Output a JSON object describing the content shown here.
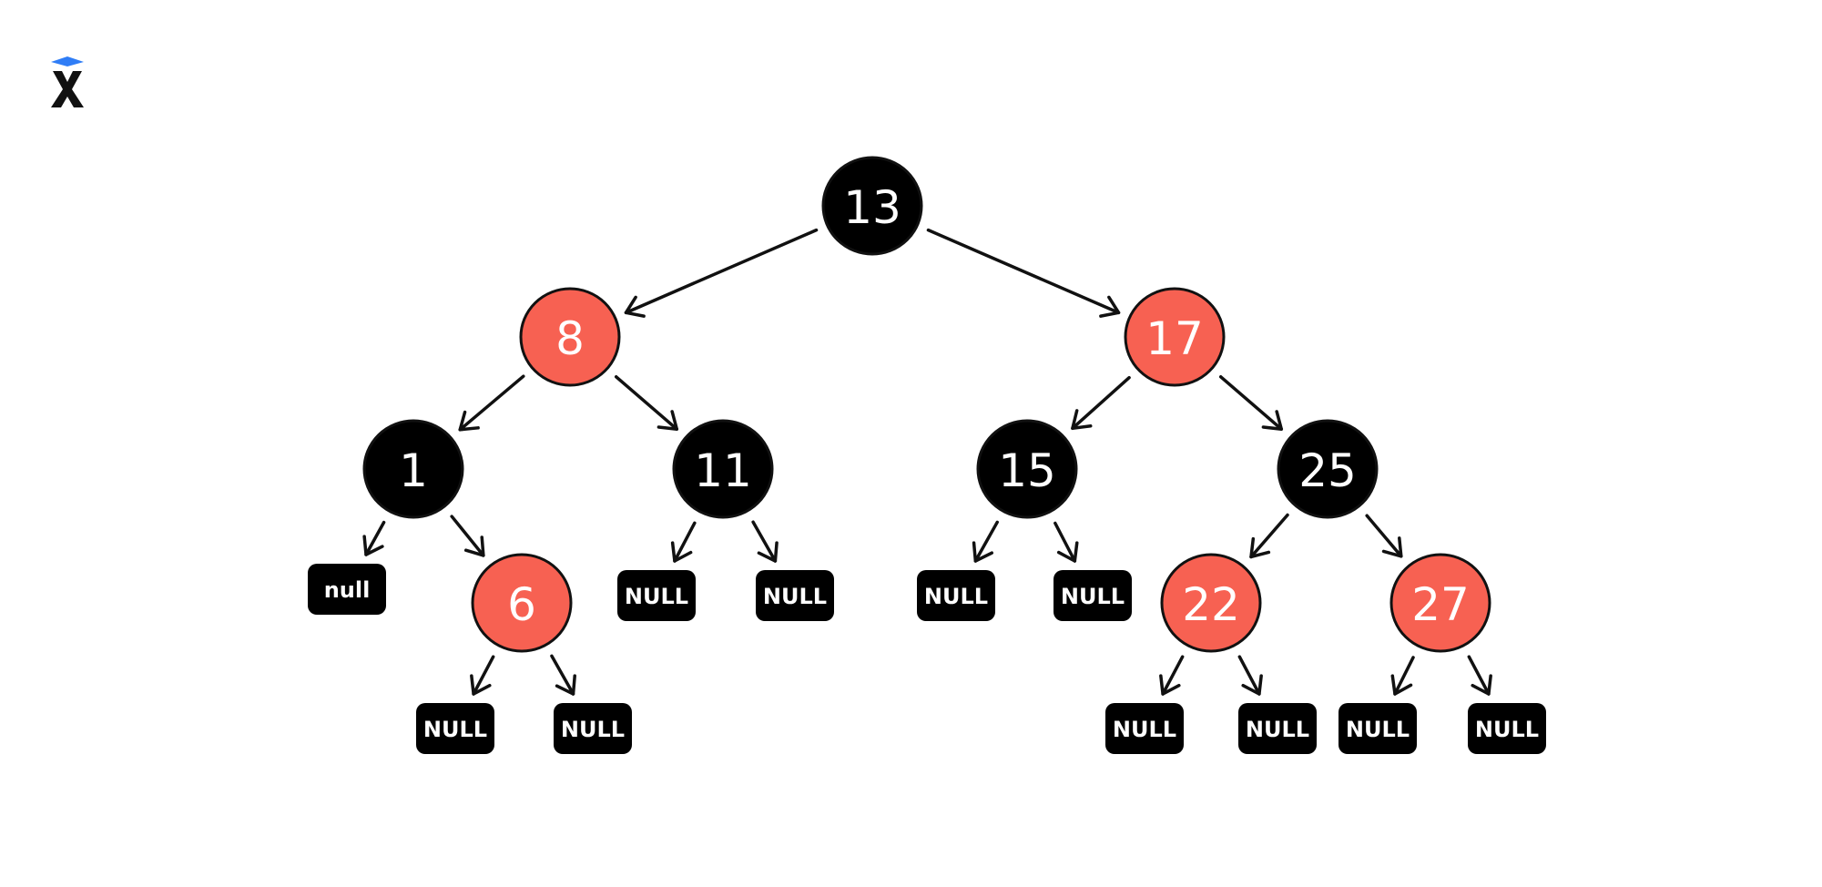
{
  "diagram": {
    "colors": {
      "black": "#000000",
      "red": "#f76152",
      "stroke": "#111111",
      "logo_accent": "#2f7df6"
    },
    "logo": {
      "icon": "x-logo-icon",
      "letter": "X"
    },
    "nodes": [
      {
        "id": "n13",
        "label": "13",
        "color": "black"
      },
      {
        "id": "n8",
        "label": "8",
        "color": "red"
      },
      {
        "id": "n17",
        "label": "17",
        "color": "red"
      },
      {
        "id": "n1",
        "label": "1",
        "color": "black"
      },
      {
        "id": "n11",
        "label": "11",
        "color": "black"
      },
      {
        "id": "n15",
        "label": "15",
        "color": "black"
      },
      {
        "id": "n25",
        "label": "25",
        "color": "black"
      },
      {
        "id": "n6",
        "label": "6",
        "color": "red"
      },
      {
        "id": "n22",
        "label": "22",
        "color": "red"
      },
      {
        "id": "n27",
        "label": "27",
        "color": "red"
      }
    ],
    "nulls": [
      {
        "id": "null1L",
        "label": "null"
      },
      {
        "id": "null6L",
        "label": "NULL"
      },
      {
        "id": "null6R",
        "label": "NULL"
      },
      {
        "id": "null11L",
        "label": "NULL"
      },
      {
        "id": "null11R",
        "label": "NULL"
      },
      {
        "id": "null15L",
        "label": "NULL"
      },
      {
        "id": "null15R",
        "label": "NULL"
      },
      {
        "id": "null22L",
        "label": "NULL"
      },
      {
        "id": "null22R",
        "label": "NULL"
      },
      {
        "id": "null27L",
        "label": "NULL"
      },
      {
        "id": "null27R",
        "label": "NULL"
      }
    ],
    "edges": [
      [
        "n13",
        "n8"
      ],
      [
        "n13",
        "n17"
      ],
      [
        "n8",
        "n1"
      ],
      [
        "n8",
        "n11"
      ],
      [
        "n17",
        "n15"
      ],
      [
        "n17",
        "n25"
      ],
      [
        "n1",
        "null1L"
      ],
      [
        "n1",
        "n6"
      ],
      [
        "n6",
        "null6L"
      ],
      [
        "n6",
        "null6R"
      ],
      [
        "n11",
        "null11L"
      ],
      [
        "n11",
        "null11R"
      ],
      [
        "n15",
        "null15L"
      ],
      [
        "n15",
        "null15R"
      ],
      [
        "n25",
        "n22"
      ],
      [
        "n25",
        "n27"
      ],
      [
        "n22",
        "null22L"
      ],
      [
        "n22",
        "null22R"
      ],
      [
        "n27",
        "null27L"
      ],
      [
        "n27",
        "null27R"
      ]
    ]
  }
}
